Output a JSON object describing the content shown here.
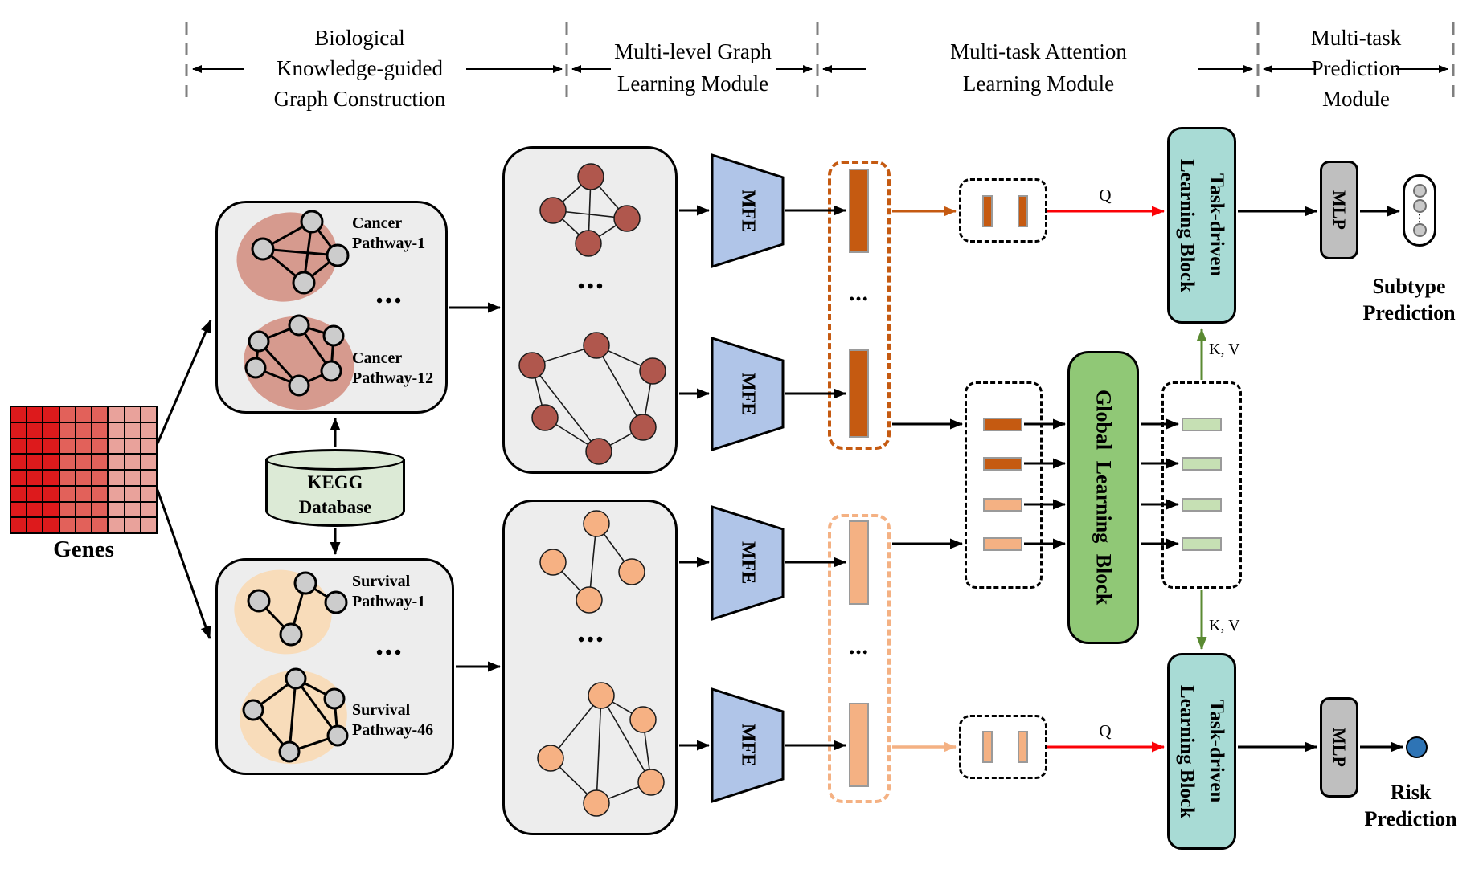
{
  "header": {
    "sections": [
      {
        "lines": "Biological\nKnowledge-guided\nGraph Construction"
      },
      {
        "lines": "Multi-level Graph\nLearning Module"
      },
      {
        "lines": "Multi-task Attention\nLearning Module"
      },
      {
        "lines": "Multi-task\nPrediction\nModule"
      }
    ]
  },
  "genes": {
    "label": "Genes",
    "rows": 8,
    "cols": 9,
    "col_colors": [
      "#dd1a1c",
      "#dd1a1c",
      "#dd1a1c",
      "#e2615a",
      "#e2615a",
      "#e2615a",
      "#e9a29b",
      "#e9a29b",
      "#e9a29b"
    ]
  },
  "construction": {
    "cancer_pathway_1": "Cancer\nPathway-1",
    "cancer_pathway_n": "Cancer\nPathway-12",
    "survival_pathway_1": "Survival\nPathway-1",
    "survival_pathway_n": "Survival\nPathway-46",
    "kegg": "KEGG\nDatabase"
  },
  "labels": {
    "mfe": "MFE",
    "global_block": "Global Learning Block",
    "task_block": "Task-driven\nLearning Block",
    "mlp": "MLP",
    "q": "Q",
    "kv": "K, V",
    "subtype": "Subtype\nPrediction",
    "risk": "Risk\nPrediction",
    "ellipsis": "•••",
    "vdots": "⋮"
  },
  "colors": {
    "box_grey": "#ededed",
    "cancer_blob": "#d69a8e",
    "survival_blob": "#f8dcba",
    "node_grey": "#cccccc",
    "node_red": "#b0574d",
    "node_orange": "#f6b183",
    "kegg_green": "#dcead6",
    "mfe_blue": "#b0c5e8",
    "dark_orange": "#c55a11",
    "light_orange": "#f4b183",
    "green_block": "#90c876",
    "green_bar": "#c6e0b4",
    "teal_block": "#a8dbd5",
    "mlp_grey": "#bfbfbf",
    "risk_blue": "#2e74b5",
    "arrow_red": "#fb0207",
    "arrow_green": "#5a8a32",
    "sep_grey": "#7f7f7f",
    "bar_border": "#9a9a9a"
  }
}
